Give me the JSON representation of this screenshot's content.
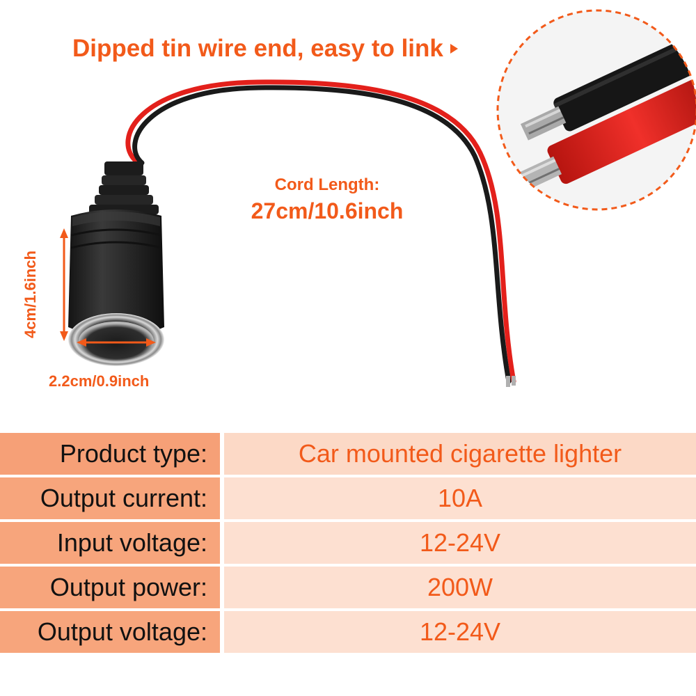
{
  "headline": "Dipped tin wire end, easy to link",
  "cord_length": {
    "label": "Cord Length:",
    "value": "27cm/10.6inch"
  },
  "dimensions": {
    "height": "4cm/1.6inch",
    "width": "2.2cm/0.9inch"
  },
  "specs": [
    {
      "label": "Product type:",
      "value": "Car mounted cigarette lighter"
    },
    {
      "label": "Output current:",
      "value": "10A"
    },
    {
      "label": "Input voltage:",
      "value": "12-24V"
    },
    {
      "label": "Output power:",
      "value": "200W"
    },
    {
      "label": "Output voltage:",
      "value": "12-24V"
    }
  ],
  "colors": {
    "accent": "#f25a1a",
    "label_bg": "#f7a57c",
    "value_bg": "#fde0d1",
    "wire_red": "#e3201b",
    "wire_black": "#1a1a1a"
  }
}
